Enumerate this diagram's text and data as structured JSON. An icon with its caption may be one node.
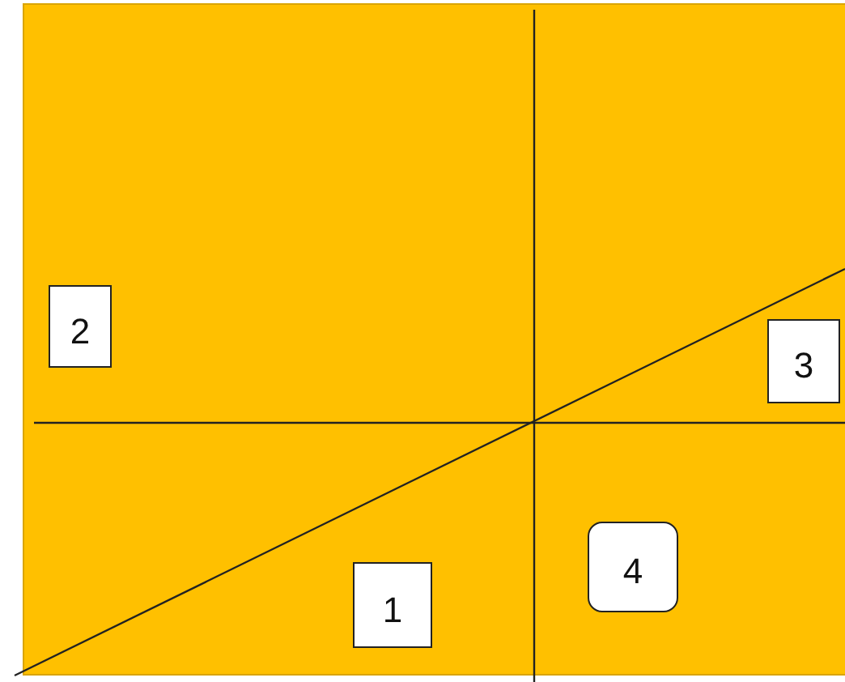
{
  "diagram": {
    "nodes": [
      {
        "text": [
          "2"
        ]
      },
      {
        "text": [
          "3"
        ]
      },
      {
        "text": [
          "4"
        ]
      },
      {
        "text": [
          "1"
        ]
      }
    ]
  }
}
